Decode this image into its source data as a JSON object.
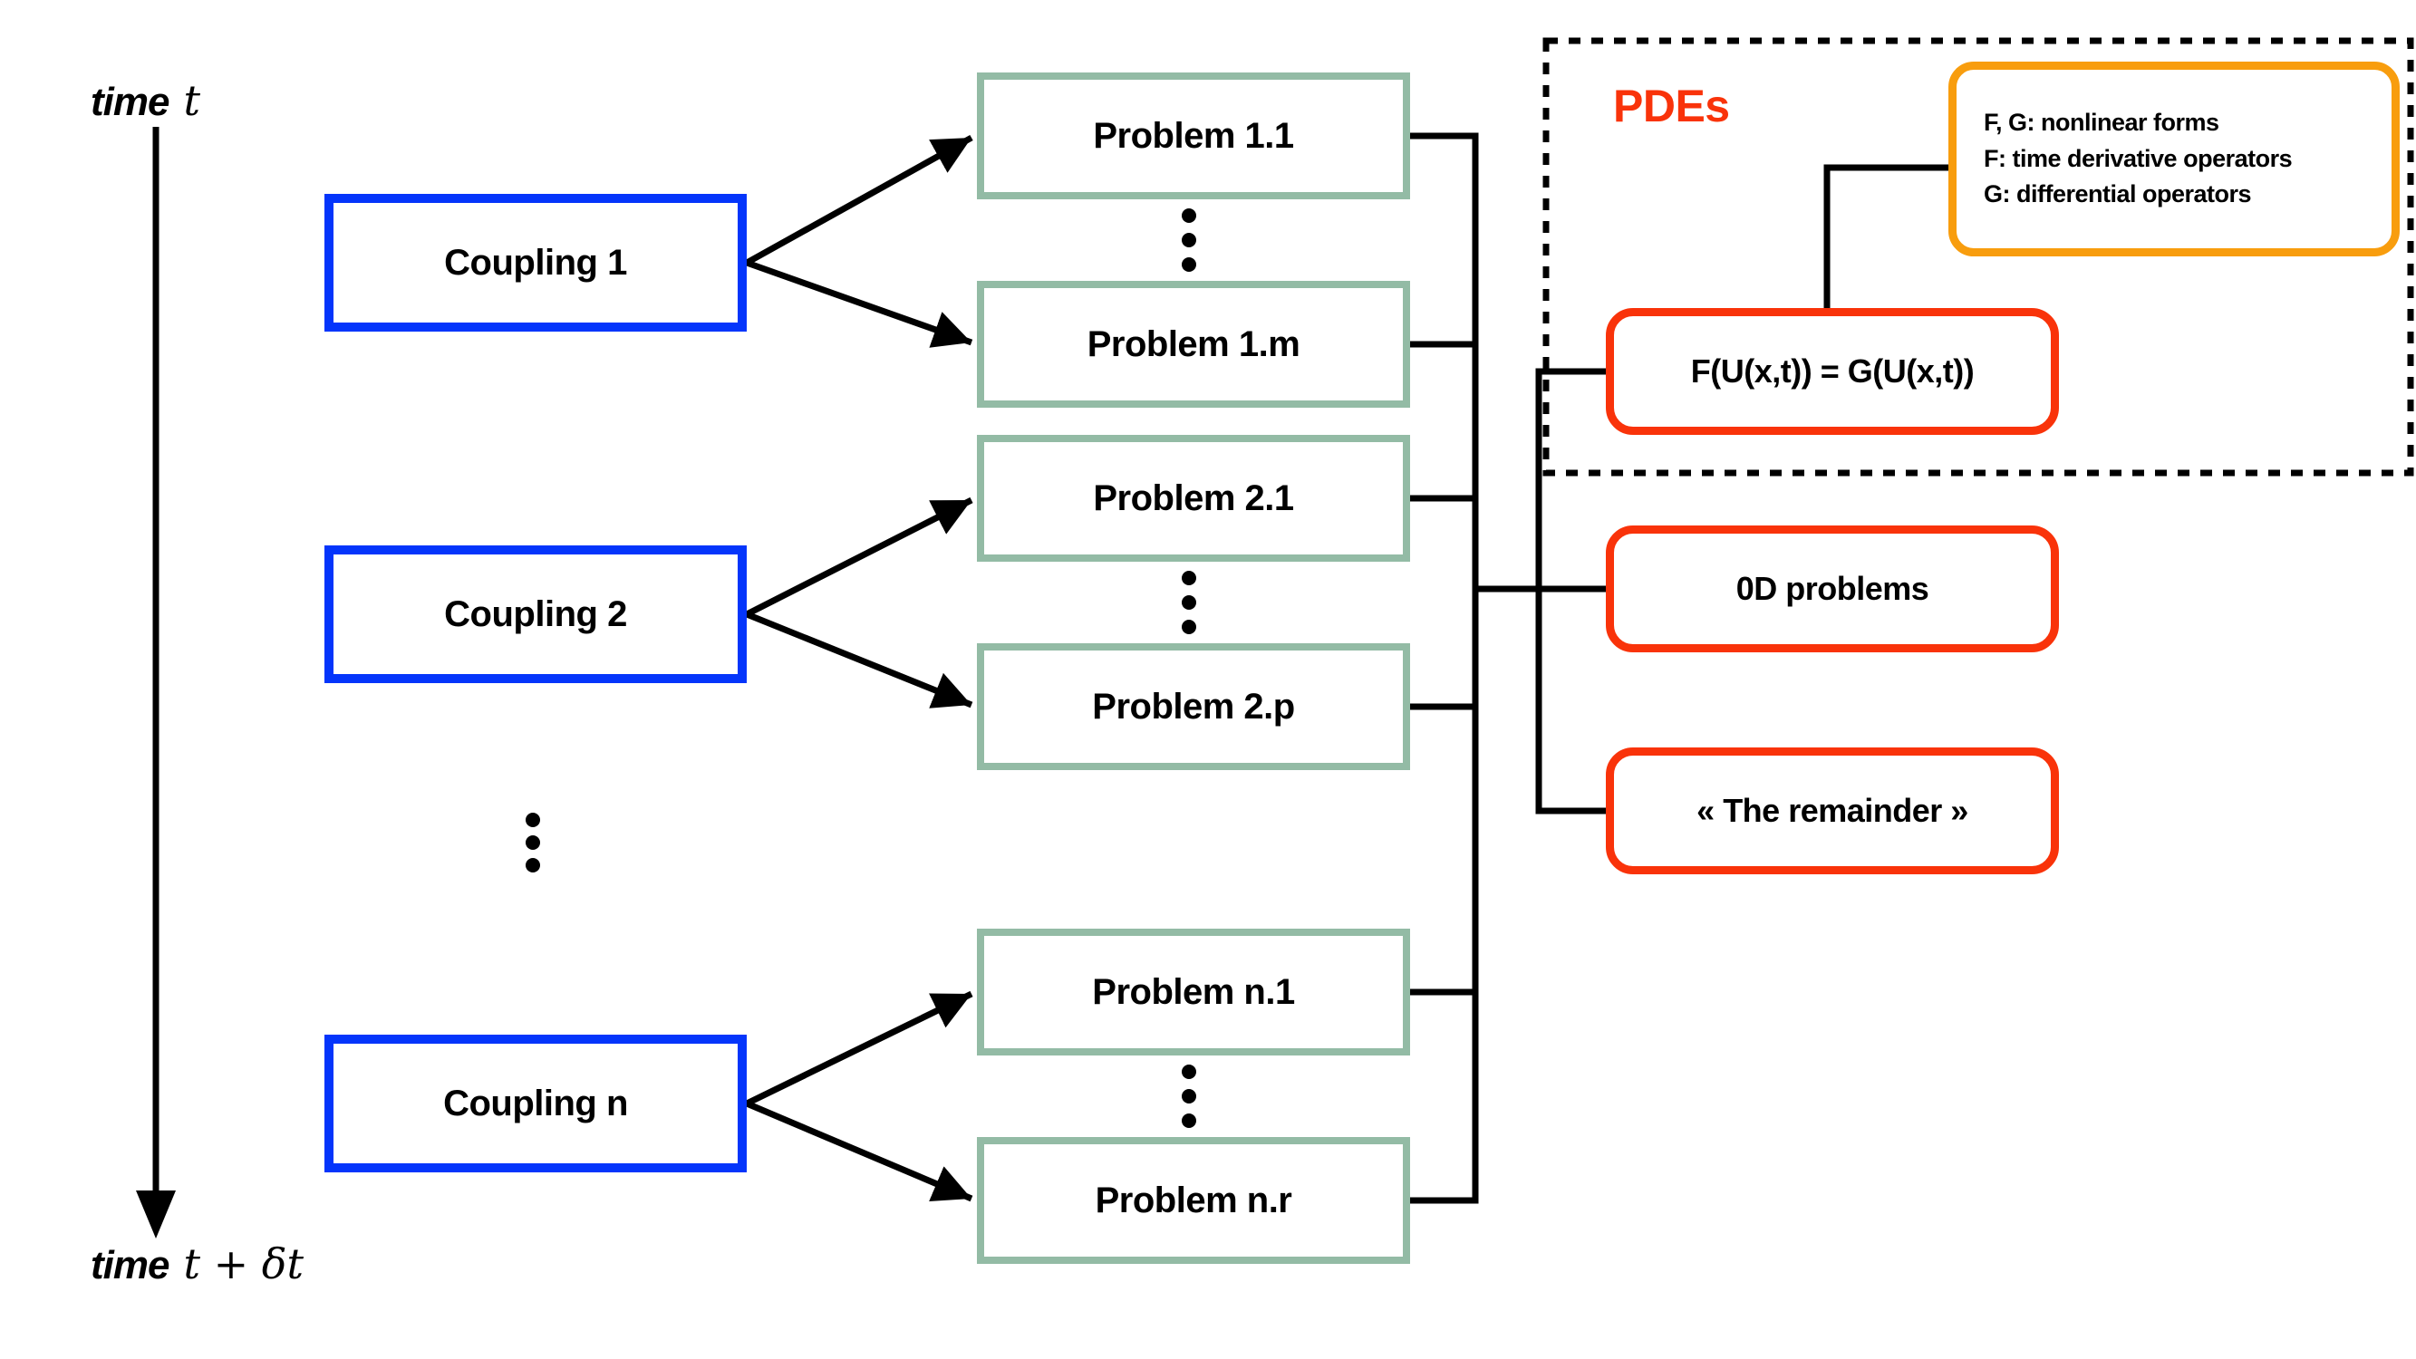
{
  "time_axis": {
    "word": "time",
    "start_value": "t",
    "end_value": "t + δt"
  },
  "groups": [
    {
      "coupling": "Coupling 1",
      "problems": [
        "Problem 1.1",
        "Problem 1.m"
      ]
    },
    {
      "coupling": "Coupling 2",
      "problems": [
        "Problem 2.1",
        "Problem 2.p"
      ]
    },
    {
      "coupling": "Coupling n",
      "problems": [
        "Problem n.1",
        "Problem n.r"
      ]
    }
  ],
  "pde_region": {
    "label": "PDEs",
    "equation": "F(U(x,t)) = G(U(x,t))",
    "legend": [
      "F, G: nonlinear forms",
      "F: time derivative operators",
      "G: differential operators"
    ]
  },
  "output_boxes": {
    "zero_d": "0D problems",
    "remainder": "« The remainder »"
  },
  "colors": {
    "coupling_border_blue": "#0435fb",
    "problem_border_green": "#93bba5",
    "highlight_red": "#f9330a",
    "legend_orange": "#f89d0e",
    "line_black": "#000000"
  }
}
